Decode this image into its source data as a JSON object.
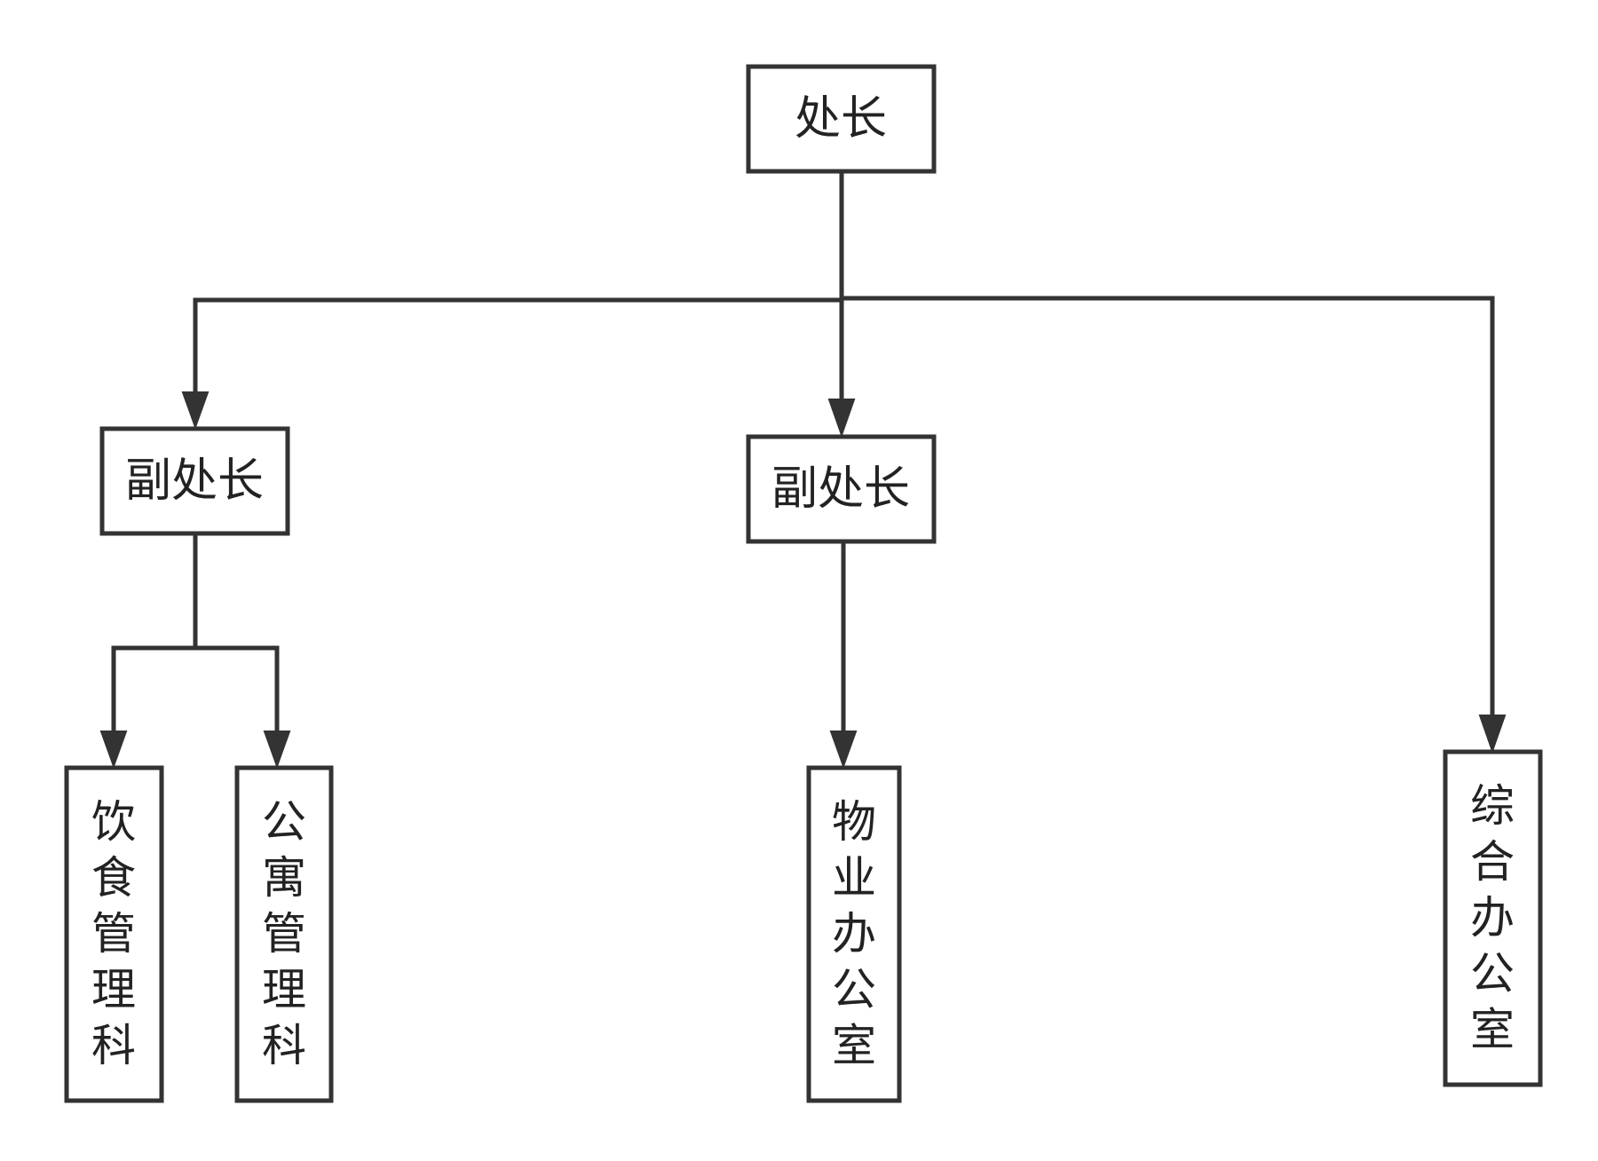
{
  "nodes": {
    "director": {
      "label": "处长"
    },
    "deputy_left": {
      "label": "副处长"
    },
    "deputy_middle": {
      "label": "副处长"
    },
    "catering": {
      "label": "饮食管理科"
    },
    "apartment": {
      "label": "公寓管理科"
    },
    "property": {
      "label": "物业办公室"
    },
    "general": {
      "label": "综合办公室"
    }
  },
  "edges": [
    {
      "from": "director",
      "to": "deputy_left"
    },
    {
      "from": "director",
      "to": "deputy_middle"
    },
    {
      "from": "director",
      "to": "general"
    },
    {
      "from": "deputy_left",
      "to": "catering"
    },
    {
      "from": "deputy_left",
      "to": "apartment"
    },
    {
      "from": "deputy_middle",
      "to": "property"
    }
  ],
  "colors": {
    "stroke": "#333333",
    "text": "#222222",
    "background": "#ffffff"
  }
}
